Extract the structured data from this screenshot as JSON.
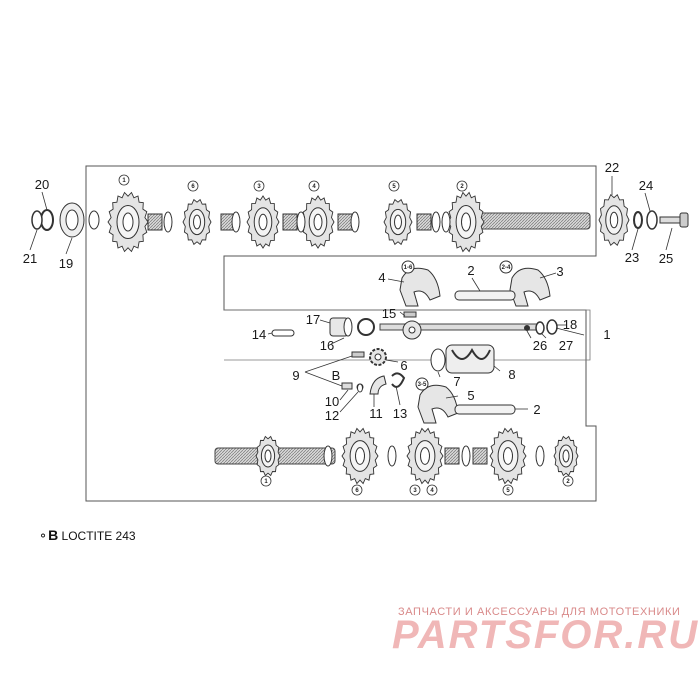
{
  "callouts": [
    "1",
    "2",
    "3",
    "4",
    "5",
    "6",
    "7",
    "8",
    "9",
    "10",
    "11",
    "12",
    "13",
    "14",
    "15",
    "16",
    "17",
    "18",
    "19",
    "20",
    "21",
    "22",
    "23",
    "24",
    "25",
    "26",
    "27"
  ],
  "upper_shaft_gear_labels": [
    "1",
    "6",
    "3",
    "4",
    "5",
    "2"
  ],
  "lower_shaft_gear_labels": [
    "1",
    "6",
    "3",
    "4",
    "5",
    "2"
  ],
  "fork_labels": {
    "fork_4": "1-6",
    "fork_3": "2-4",
    "fork_5": "3-5"
  },
  "marker_b": "B",
  "note": {
    "symbol": "B",
    "text": "LOCTITE 243"
  },
  "watermark": {
    "tagline": "ЗАПЧАСТИ И АКСЕССУАРЫ ДЛЯ МОТОТЕХНИКИ",
    "logo": "PARTSFOR.RU"
  }
}
